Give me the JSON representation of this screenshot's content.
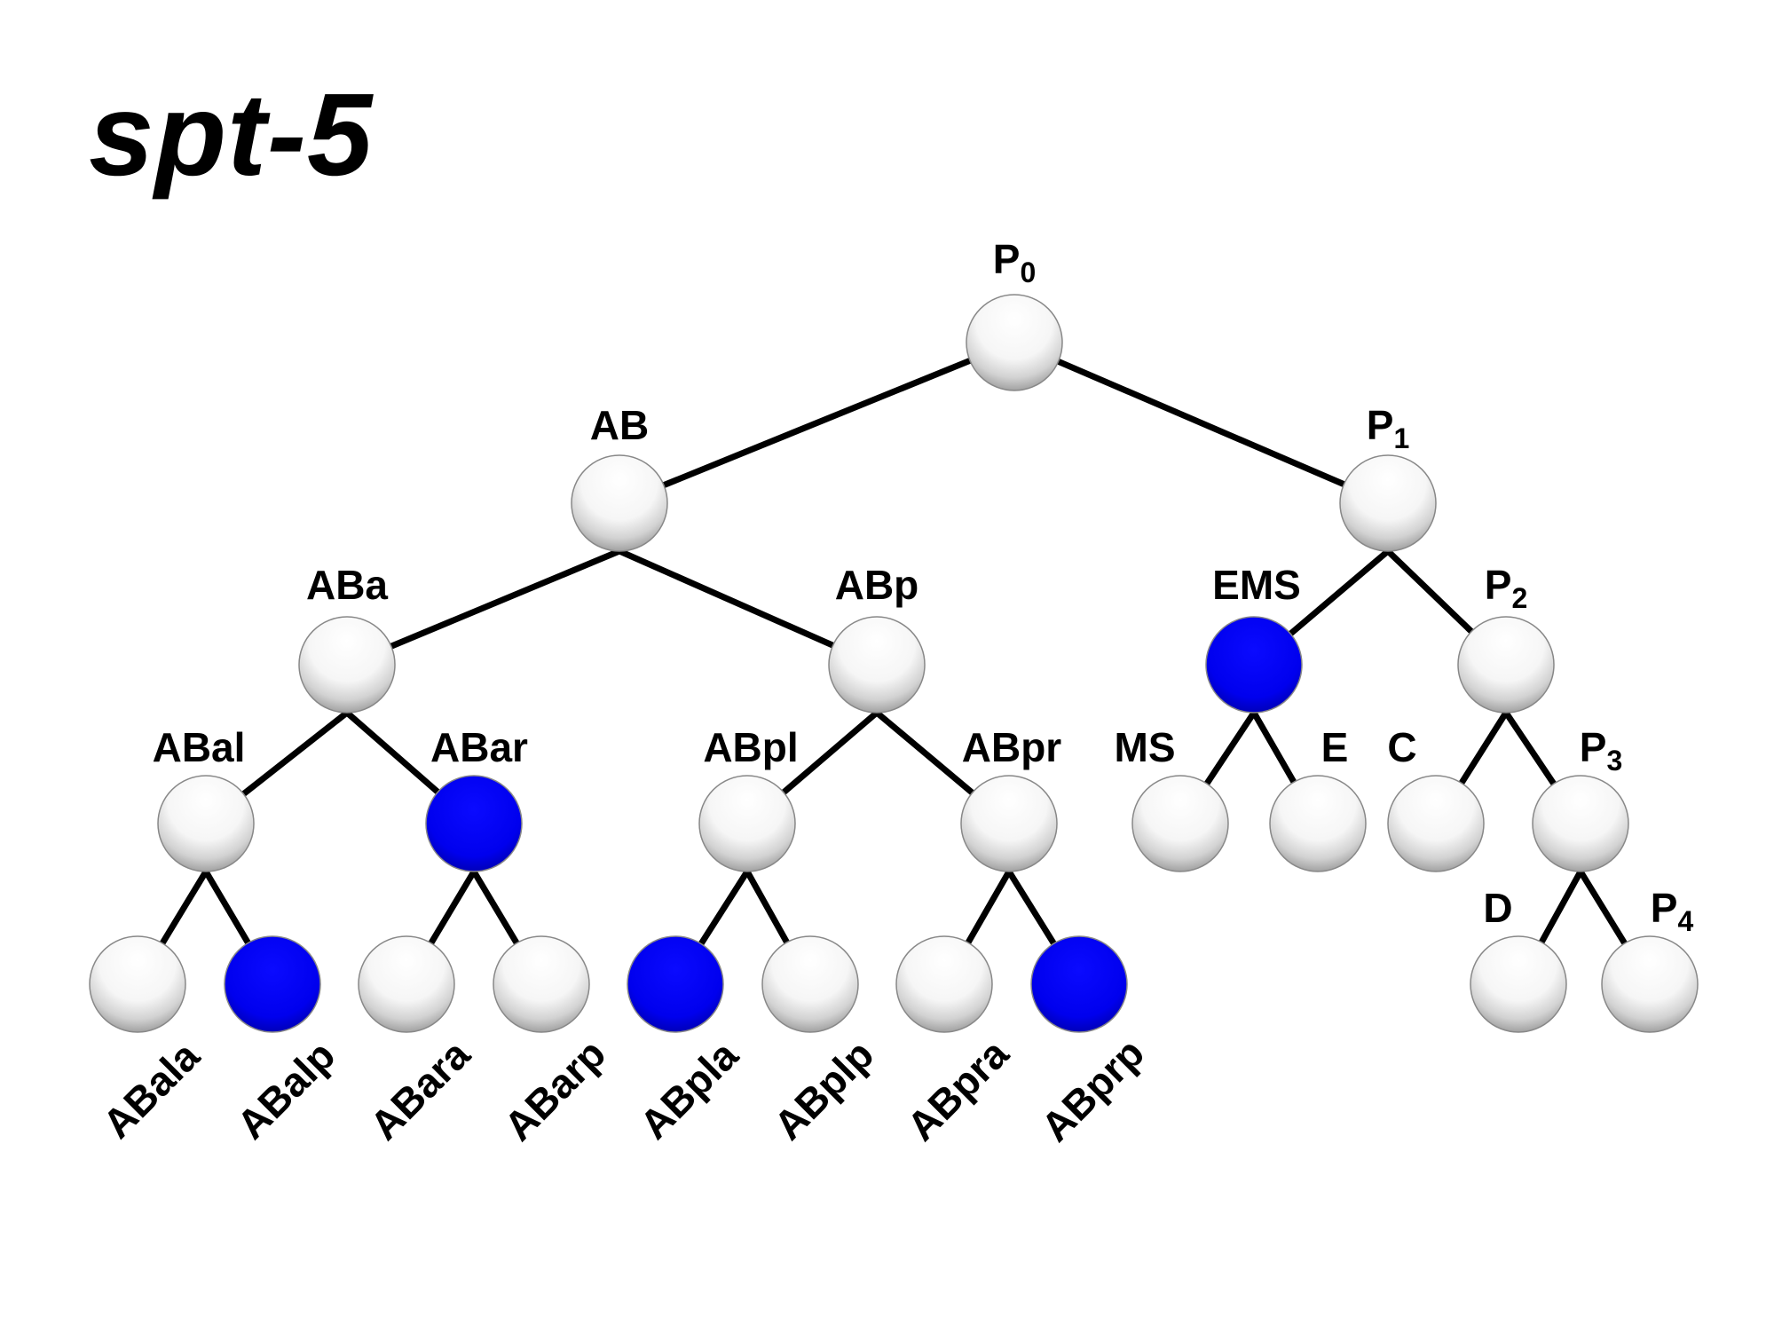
{
  "title": "spt-5",
  "colors": {
    "unmarked": "#ffffff",
    "marked": "#0000ee",
    "edge": "#000000"
  },
  "cells": [
    {
      "id": "P0",
      "name": "P",
      "sub": "0",
      "marked": false
    },
    {
      "id": "AB",
      "name": "AB",
      "sub": "",
      "marked": false
    },
    {
      "id": "P1",
      "name": "P",
      "sub": "1",
      "marked": false
    },
    {
      "id": "ABa",
      "name": "ABa",
      "sub": "",
      "marked": false
    },
    {
      "id": "ABp",
      "name": "ABp",
      "sub": "",
      "marked": false
    },
    {
      "id": "EMS",
      "name": "EMS",
      "sub": "",
      "marked": true
    },
    {
      "id": "P2",
      "name": "P",
      "sub": "2",
      "marked": false
    },
    {
      "id": "ABal",
      "name": "ABal",
      "sub": "",
      "marked": false
    },
    {
      "id": "ABar",
      "name": "ABar",
      "sub": "",
      "marked": true
    },
    {
      "id": "ABpl",
      "name": "ABpl",
      "sub": "",
      "marked": false
    },
    {
      "id": "ABpr",
      "name": "ABpr",
      "sub": "",
      "marked": false
    },
    {
      "id": "MS",
      "name": "MS",
      "sub": "",
      "marked": false
    },
    {
      "id": "E",
      "name": "E",
      "sub": "",
      "marked": false
    },
    {
      "id": "C",
      "name": "C",
      "sub": "",
      "marked": false
    },
    {
      "id": "P3",
      "name": "P",
      "sub": "3",
      "marked": false
    },
    {
      "id": "ABala",
      "name": "ABala",
      "sub": "",
      "marked": false
    },
    {
      "id": "ABalp",
      "name": "ABalp",
      "sub": "",
      "marked": true
    },
    {
      "id": "ABara",
      "name": "ABara",
      "sub": "",
      "marked": false
    },
    {
      "id": "ABarp",
      "name": "ABarp",
      "sub": "",
      "marked": false
    },
    {
      "id": "ABpla",
      "name": "ABpla",
      "sub": "",
      "marked": true
    },
    {
      "id": "ABplp",
      "name": "ABplp",
      "sub": "",
      "marked": false
    },
    {
      "id": "ABpra",
      "name": "ABpra",
      "sub": "",
      "marked": false
    },
    {
      "id": "ABprp",
      "name": "ABprp",
      "sub": "",
      "marked": true
    },
    {
      "id": "D",
      "name": "D",
      "sub": "",
      "marked": false
    },
    {
      "id": "P4",
      "name": "P",
      "sub": "4",
      "marked": false
    }
  ],
  "edges": [
    [
      "P0",
      "AB"
    ],
    [
      "P0",
      "P1"
    ],
    [
      "AB",
      "ABa"
    ],
    [
      "AB",
      "ABp"
    ],
    [
      "P1",
      "EMS"
    ],
    [
      "P1",
      "P2"
    ],
    [
      "ABa",
      "ABal"
    ],
    [
      "ABa",
      "ABar"
    ],
    [
      "ABp",
      "ABpl"
    ],
    [
      "ABp",
      "ABpr"
    ],
    [
      "EMS",
      "MS"
    ],
    [
      "EMS",
      "E"
    ],
    [
      "P2",
      "C"
    ],
    [
      "P2",
      "P3"
    ],
    [
      "ABal",
      "ABala"
    ],
    [
      "ABal",
      "ABalp"
    ],
    [
      "ABar",
      "ABara"
    ],
    [
      "ABar",
      "ABarp"
    ],
    [
      "ABpl",
      "ABpla"
    ],
    [
      "ABpl",
      "ABplp"
    ],
    [
      "ABpr",
      "ABpra"
    ],
    [
      "ABpr",
      "ABprp"
    ],
    [
      "P3",
      "D"
    ],
    [
      "P3",
      "P4"
    ]
  ]
}
